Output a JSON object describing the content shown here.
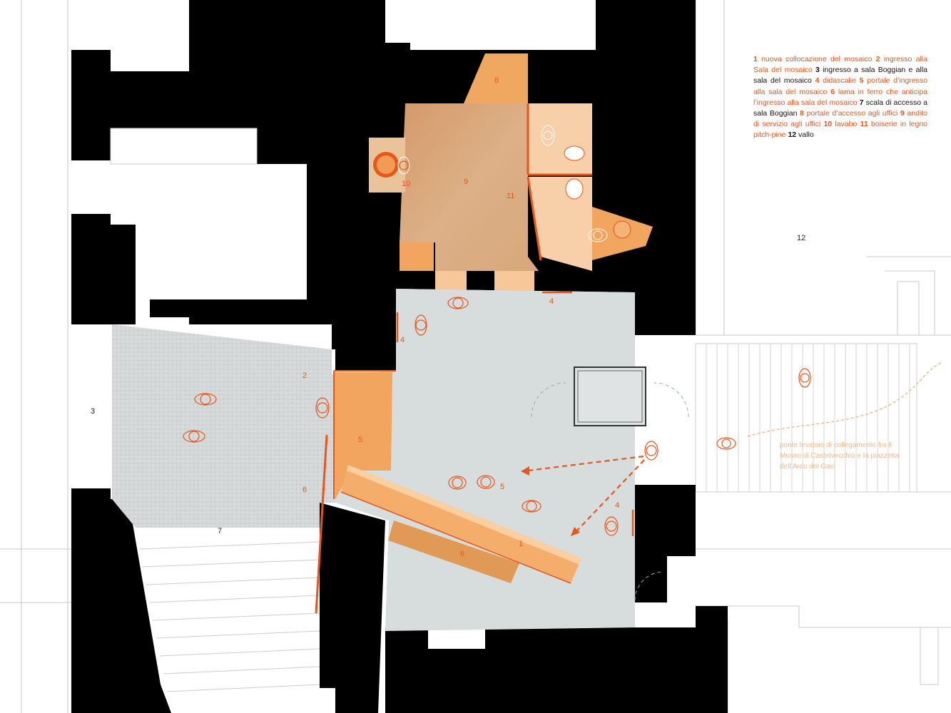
{
  "colors": {
    "wall": "#000000",
    "accent": "#e8561a",
    "orange_dark": "#f2a55e",
    "orange_light": "#f7c79a",
    "tan": "#d9a77a",
    "stone": "#d8dcdc",
    "terrazzo": "#cfd3d3",
    "line": "#bdbdbd"
  },
  "legend": [
    {
      "num": "1",
      "text": "nuova collocazione del mosaico",
      "tone": "accent"
    },
    {
      "num": "2",
      "text": "ingresso alla Sala del mosaico",
      "tone": "accent"
    },
    {
      "num": "3",
      "text": "ingresso a sala Boggian e alla sala del mosaico",
      "tone": "black"
    },
    {
      "num": "4",
      "text": "didascalie",
      "tone": "accent"
    },
    {
      "num": "5",
      "text": "portale d’ingresso alla sala del mosaico",
      "tone": "accent"
    },
    {
      "num": "6",
      "text": "lama in ferro che anticipa l’ingresso alla sala del mosaico",
      "tone": "accent"
    },
    {
      "num": "7",
      "text": "scala di accesso a sala Boggian",
      "tone": "black"
    },
    {
      "num": "8",
      "text": "portale d’accesso agli uffici",
      "tone": "accent"
    },
    {
      "num": "9",
      "text": "andito di servizio agli uffici",
      "tone": "accent"
    },
    {
      "num": "10",
      "text": "lavabo",
      "tone": "accent"
    },
    {
      "num": "11",
      "text": "boiserie in legno pitch-pine",
      "tone": "accent"
    },
    {
      "num": "12",
      "text": "vallo",
      "tone": "black"
    }
  ],
  "plan_labels": {
    "n1": "1",
    "n2": "2",
    "n3": "3",
    "n4a": "4",
    "n4b": "4",
    "n4c": "4",
    "n5a": "5",
    "n5b": "5",
    "n6a": "6",
    "n6b": "6",
    "n7": "7",
    "n8": "8",
    "n9": "9",
    "n10": "10",
    "n11": "11",
    "n12": "12"
  },
  "bridge_note": "ponte levatoio di collegamento fra il Museo di Castelvecchio e la piazzetta dell’Arco dei Gavi"
}
